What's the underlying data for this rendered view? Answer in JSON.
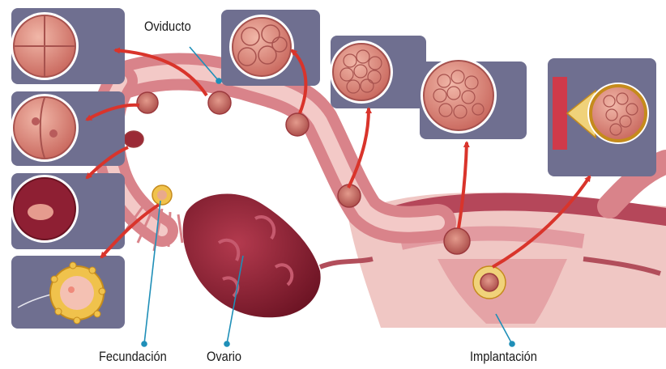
{
  "labels": {
    "oviduct": "Oviducto",
    "fertilization": "Fecundación",
    "ovary": "Ovario",
    "implantation": "Implantación"
  },
  "colors": {
    "panel": "#6f6f90",
    "tissue": "#d9838a",
    "tissue_dark": "#b24e5b",
    "lumen": "#f3c9c7",
    "ovary": "#8e1f33",
    "arrow": "#d9342b",
    "leader": "#1f8fb8",
    "cell": "#d98d80"
  },
  "icons": {
    "arrows": "red-curved-arrow",
    "leaders": "blue-leader-line-with-dot"
  }
}
